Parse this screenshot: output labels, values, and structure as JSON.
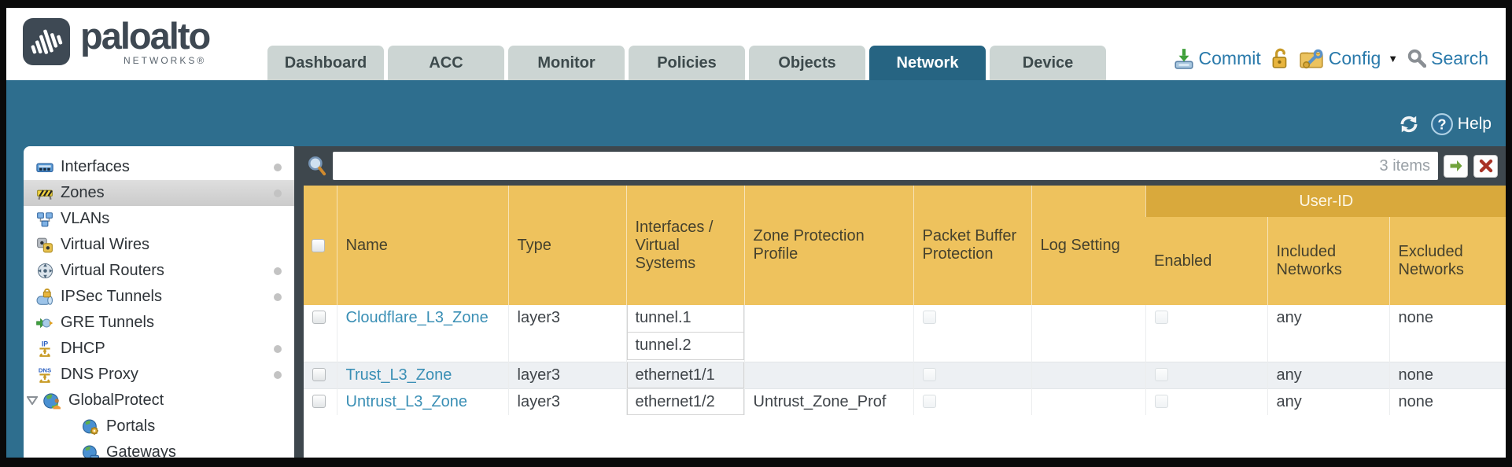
{
  "brand": {
    "name": "paloalto",
    "subtitle": "NETWORKS®"
  },
  "nav": {
    "tabs": [
      {
        "label": "Dashboard",
        "active": false
      },
      {
        "label": "ACC",
        "active": false
      },
      {
        "label": "Monitor",
        "active": false
      },
      {
        "label": "Policies",
        "active": false
      },
      {
        "label": "Objects",
        "active": false
      },
      {
        "label": "Network",
        "active": true
      },
      {
        "label": "Device",
        "active": false
      }
    ]
  },
  "utilities": {
    "commit_label": "Commit",
    "config_label": "Config",
    "search_label": "Search"
  },
  "band": {
    "help_label": "Help"
  },
  "sidebar": {
    "items": [
      {
        "label": "Interfaces",
        "icon": "interfaces-icon",
        "selected": false,
        "dot": true
      },
      {
        "label": "Zones",
        "icon": "zones-icon",
        "selected": true,
        "dot": true
      },
      {
        "label": "VLANs",
        "icon": "vlans-icon",
        "selected": false,
        "dot": false
      },
      {
        "label": "Virtual Wires",
        "icon": "virtual-wires-icon",
        "selected": false,
        "dot": false
      },
      {
        "label": "Virtual Routers",
        "icon": "virtual-routers-icon",
        "selected": false,
        "dot": true
      },
      {
        "label": "IPSec Tunnels",
        "icon": "ipsec-tunnels-icon",
        "selected": false,
        "dot": true
      },
      {
        "label": "GRE Tunnels",
        "icon": "gre-tunnels-icon",
        "selected": false,
        "dot": false
      },
      {
        "label": "DHCP",
        "icon": "dhcp-icon",
        "selected": false,
        "dot": true
      },
      {
        "label": "DNS Proxy",
        "icon": "dns-proxy-icon",
        "selected": false,
        "dot": true
      },
      {
        "label": "GlobalProtect",
        "icon": "globalprotect-icon",
        "selected": false,
        "dot": false,
        "expanded": true
      },
      {
        "label": "Portals",
        "icon": "portals-icon",
        "selected": false,
        "dot": false,
        "child": true
      },
      {
        "label": "Gateways",
        "icon": "gateways-icon",
        "selected": false,
        "dot": false,
        "child": true
      }
    ]
  },
  "filterbar": {
    "value": "",
    "count": "3 items"
  },
  "table": {
    "group_header": "User-ID",
    "columns": [
      "Name",
      "Type",
      "Interfaces / Virtual Systems",
      "Zone Protection Profile",
      "Packet Buffer Protection",
      "Log Setting",
      "Enabled",
      "Included Networks",
      "Excluded Networks"
    ],
    "rows": [
      {
        "selected": false,
        "name": "Cloudflare_L3_Zone",
        "type": "layer3",
        "interfaces": [
          "tunnel.1",
          "tunnel.2"
        ],
        "zone_protection_profile": "",
        "packet_buffer_protection": false,
        "log_setting": "",
        "user_id_enabled": false,
        "included_networks": "any",
        "excluded_networks": "none"
      },
      {
        "selected": false,
        "name": "Trust_L3_Zone",
        "type": "layer3",
        "interfaces": [
          "ethernet1/1"
        ],
        "zone_protection_profile": "",
        "packet_buffer_protection": false,
        "log_setting": "",
        "user_id_enabled": false,
        "included_networks": "any",
        "excluded_networks": "none"
      },
      {
        "selected": false,
        "name": "Untrust_L3_Zone",
        "type": "layer3",
        "interfaces": [
          "ethernet1/2"
        ],
        "zone_protection_profile": "Untrust_Zone_Prof",
        "packet_buffer_protection": false,
        "log_setting": "",
        "user_id_enabled": false,
        "included_networks": "any",
        "excluded_networks": "none"
      }
    ]
  },
  "colors": {
    "band_teal": "#2e6e8e",
    "header_gold": "#eec25d",
    "userid_gold": "#d9a93c",
    "toolbar_slate": "#3e474d",
    "link_blue": "#3a8fb5",
    "accent_blue": "#2a7aab"
  }
}
